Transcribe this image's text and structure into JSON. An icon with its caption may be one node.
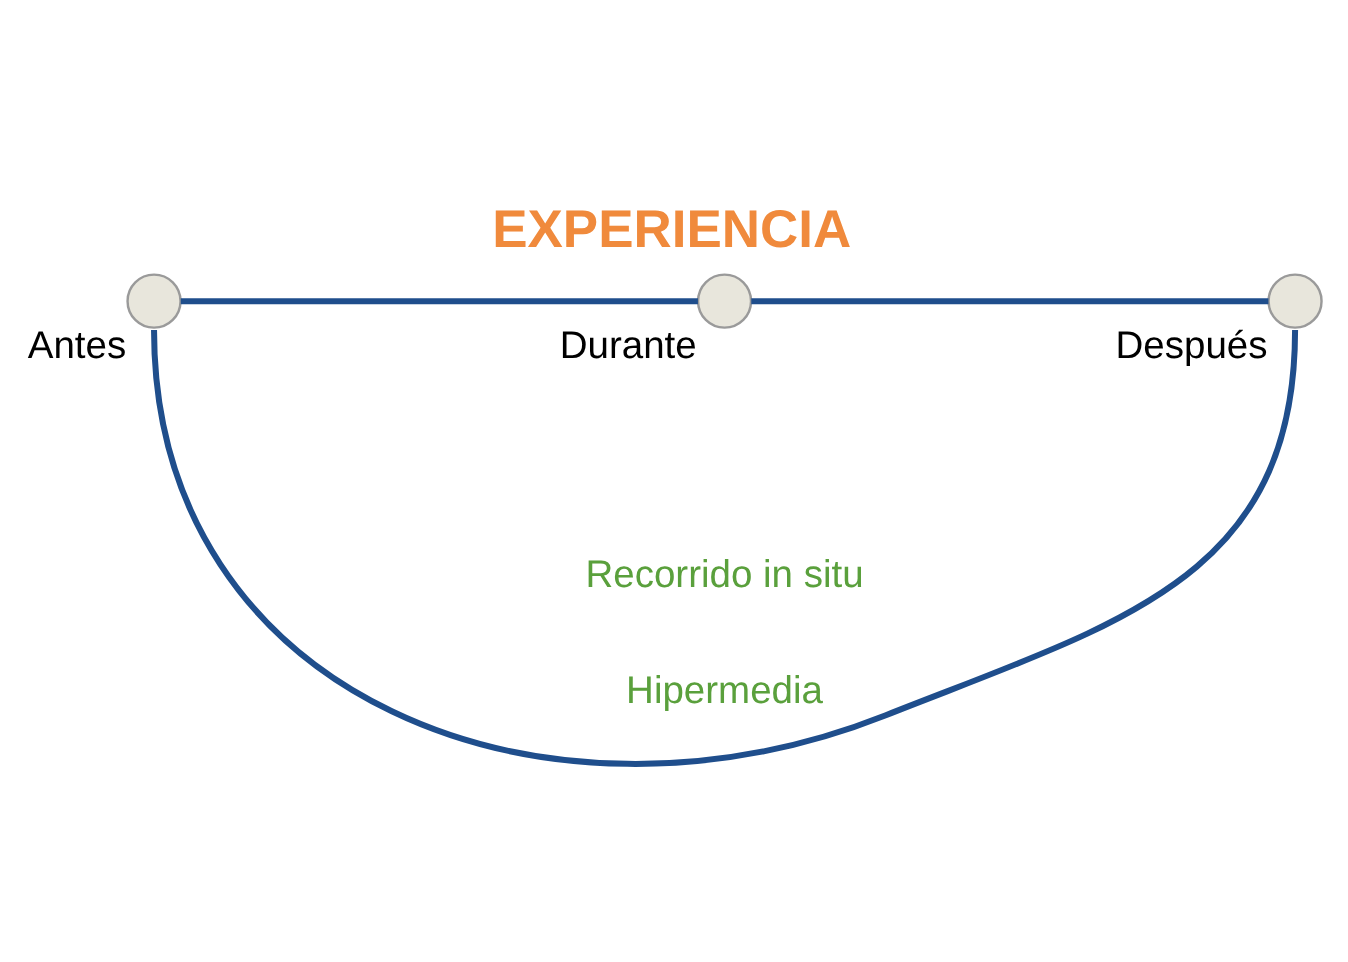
{
  "diagram": {
    "title": "EXPERIENCIA",
    "nodes": [
      {
        "text": [],
        "shape": "circle",
        "beside": [
          "Antes"
        ]
      },
      {
        "text": [],
        "shape": "circle",
        "beside": [
          "Durante"
        ]
      },
      {
        "text": [],
        "shape": "circle",
        "beside": [
          "Después"
        ]
      }
    ],
    "edges": [
      {
        "from": 0,
        "to": 1,
        "arrow": "none"
      },
      {
        "from": 1,
        "to": 2,
        "arrow": "none"
      },
      {
        "from": 0,
        "to": 2,
        "arrow": "none",
        "label": "Hipermedia"
      }
    ],
    "labels": [
      "Recorrido in situ"
    ]
  }
}
